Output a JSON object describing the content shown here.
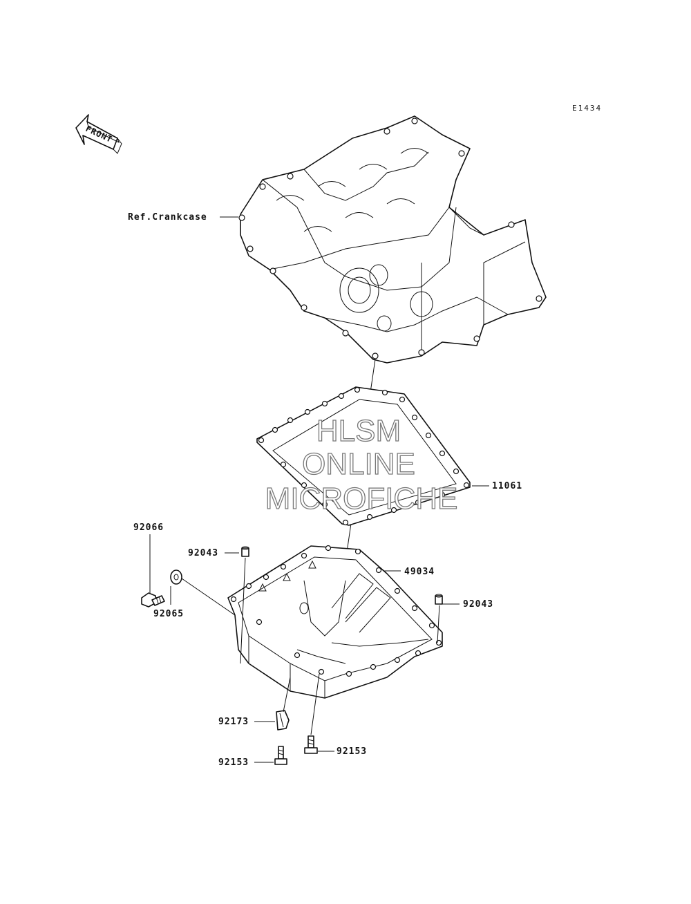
{
  "figure_code": "E1434",
  "front_arrow_text": "FRONT",
  "watermark": {
    "line1": "HLSM",
    "line2": "ONLINE",
    "line3": "MICROFICHE"
  },
  "callouts": {
    "ref_crankcase": "Ref.Crankcase",
    "gasket": "11061",
    "oil_pan": "49034",
    "drain_plug": "92066",
    "drain_washer": "92065",
    "dowel_left": "92043",
    "dowel_right": "92043",
    "clamp": "92173",
    "bolt_left": "92153",
    "bolt_right": "92153"
  }
}
